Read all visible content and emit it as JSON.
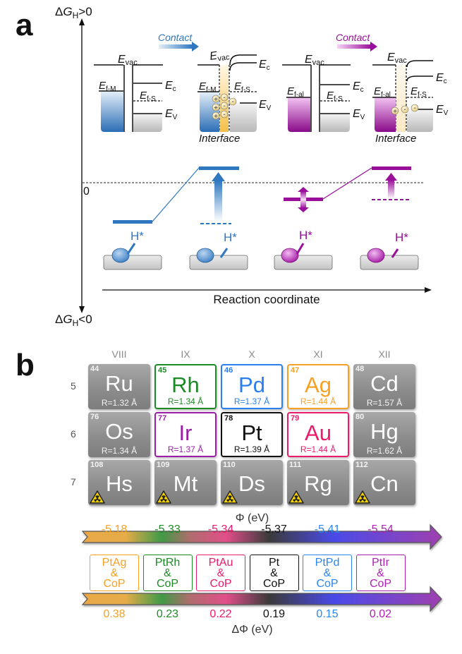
{
  "panel_a": {
    "label": "a",
    "y_axis": {
      "top_label_prefix": "Δ",
      "top_label_var": "G",
      "top_label_sub": "H",
      "top_label_suffix": ">0",
      "bottom_label_prefix": "Δ",
      "bottom_label_var": "G",
      "bottom_label_sub": "H",
      "bottom_label_suffix": "<0",
      "zero_label": "0"
    },
    "x_axis_label": "Reaction coordinate",
    "contact_label": "Contact",
    "interface_label": "Interface",
    "band_labels": {
      "E": "E",
      "vac": "vac",
      "c": "c",
      "v": "V",
      "f_M": "f-M",
      "f_S": "f-S",
      "f_al": "f-al"
    },
    "adsorbate_label": "H*",
    "colors": {
      "pure_metal": "#2f78c0",
      "alloy": "#9a0f9a",
      "interface": "#f6c34a",
      "semiconductor": "#bdbdbd"
    }
  },
  "panel_b": {
    "label": "b",
    "groups": [
      "VIII",
      "IX",
      "X",
      "XI",
      "XII"
    ],
    "periods": [
      "5",
      "6",
      "7"
    ],
    "elements": [
      {
        "num": "44",
        "sym": "Ru",
        "radius": "R=1.32 Å",
        "style": "gray",
        "color": ""
      },
      {
        "num": "45",
        "sym": "Rh",
        "radius": "R=1.34 Å",
        "style": "hl",
        "color": "#1e8a26"
      },
      {
        "num": "46",
        "sym": "Pd",
        "radius": "R=1.37 Å",
        "style": "hl",
        "color": "#2a7ff0"
      },
      {
        "num": "47",
        "sym": "Ag",
        "radius": "R=1.44 Å",
        "style": "hl",
        "color": "#f7a024"
      },
      {
        "num": "48",
        "sym": "Cd",
        "radius": "R=1.57 Å",
        "style": "gray",
        "color": ""
      },
      {
        "num": "76",
        "sym": "Os",
        "radius": "R=1.34 Å",
        "style": "gray",
        "color": ""
      },
      {
        "num": "77",
        "sym": "Ir",
        "radius": "R=1.37 Å",
        "style": "hl",
        "color": "#9b1fa6"
      },
      {
        "num": "78",
        "sym": "Pt",
        "radius": "R=1.39 Å",
        "style": "hl",
        "color": "#111111"
      },
      {
        "num": "79",
        "sym": "Au",
        "radius": "R=1.44 Å",
        "style": "hl",
        "color": "#ec1a6b"
      },
      {
        "num": "80",
        "sym": "Hg",
        "radius": "R=1.62 Å",
        "style": "gray",
        "color": ""
      },
      {
        "num": "108",
        "sym": "Hs",
        "radius": "",
        "style": "gray",
        "color": "",
        "radioactive": true
      },
      {
        "num": "109",
        "sym": "Mt",
        "radius": "",
        "style": "gray",
        "color": "",
        "radioactive": true
      },
      {
        "num": "110",
        "sym": "Ds",
        "radius": "",
        "style": "gray",
        "color": "",
        "radioactive": true
      },
      {
        "num": "111",
        "sym": "Rg",
        "radius": "",
        "style": "gray",
        "color": "",
        "radioactive": true
      },
      {
        "num": "112",
        "sym": "Cn",
        "radius": "",
        "style": "gray",
        "color": "",
        "radioactive": true
      }
    ],
    "work_function_title": "Φ (eV)",
    "delta_work_function_title": "ΔΦ (eV)",
    "combos": [
      {
        "line1": "PtAg",
        "line2": "&",
        "line3": "CoP",
        "phi": "-5.18",
        "dphi": "0.38",
        "color": "#f7a024"
      },
      {
        "line1": "PtRh",
        "line2": "&",
        "line3": "CoP",
        "phi": "-5.33",
        "dphi": "0.23",
        "color": "#1e8a26"
      },
      {
        "line1": "PtAu",
        "line2": "&",
        "line3": "CoP",
        "phi": "-5.34",
        "dphi": "0.22",
        "color": "#ec1a6b"
      },
      {
        "line1": "Pt",
        "line2": "&",
        "line3": "CoP",
        "phi": "-5.37",
        "dphi": "0.19",
        "color": "#111111"
      },
      {
        "line1": "PtPd",
        "line2": "&",
        "line3": "CoP",
        "phi": "-5.41",
        "dphi": "0.15",
        "color": "#2a86f0"
      },
      {
        "line1": "PtIr",
        "line2": "&",
        "line3": "CoP",
        "phi": "-5.54",
        "dphi": "0.02",
        "color": "#b01fb5"
      }
    ]
  }
}
